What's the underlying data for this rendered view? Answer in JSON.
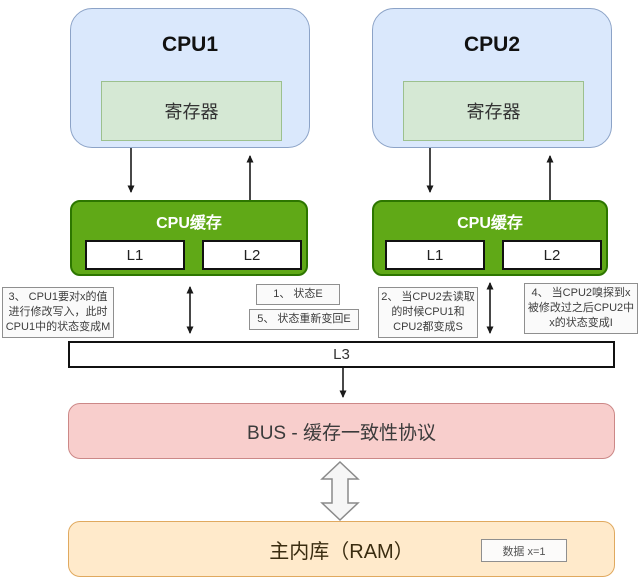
{
  "cpu1": {
    "title": "CPU1",
    "register_label": "寄存器"
  },
  "cpu2": {
    "title": "CPU2",
    "register_label": "寄存器"
  },
  "cache1": {
    "title": "CPU缓存",
    "l1_label": "L1",
    "l2_label": "L2"
  },
  "cache2": {
    "title": "CPU缓存",
    "l1_label": "L1",
    "l2_label": "L2"
  },
  "l3_label": "L3",
  "bus_label": "BUS - 缓存一致性协议",
  "ram": {
    "title": "主内库（RAM）",
    "data_badge": "数据 x=1"
  },
  "notes": {
    "n1": "1、 状态E",
    "n2": "2、 当CPU2去读取的时候CPU1和CPU2都变成S",
    "n3": "3、 CPU1要对x的值进行修改写入，此时CPU1中的状态变成M",
    "n4": "4、 当CPU2嗅探到x被修改过之后CPU2中x的状态变成I",
    "n5": "5、 状态重新变回E"
  },
  "colors": {
    "cpu_fill": "#dae8fc",
    "cpu_border": "#8ca3c7",
    "register_fill": "#d5e8d4",
    "register_border": "#9cc08e",
    "cache_fill": "#60a917",
    "cache_border": "#2d7600",
    "bus_fill": "#f8cecc",
    "bus_border": "#cc8887",
    "ram_fill": "#ffeacb",
    "ram_border": "#e0a95f",
    "note_fill": "#fafafa",
    "note_border": "#8f8f8f",
    "arrow": "#1a1a1a"
  }
}
